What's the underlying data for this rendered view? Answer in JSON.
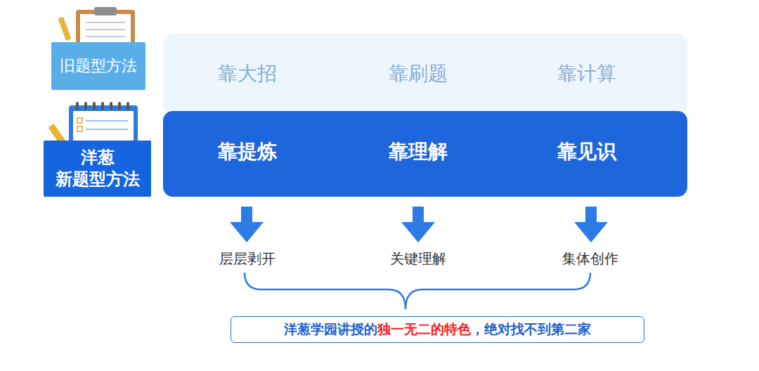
{
  "diagram": {
    "nodes": [
      {
        "text": [
          "旧题型方法"
        ]
      },
      {
        "text": [
          "靠大招",
          "靠刷题",
          "靠计算"
        ]
      },
      {
        "text": [
          "洋葱 新题型方法"
        ]
      },
      {
        "text": [
          "靠提炼",
          "靠理解",
          "靠见识"
        ]
      },
      {
        "text": [
          "洋葱学园讲授的",
          "独一无二的特色",
          "，绝对找不到第二家"
        ]
      }
    ],
    "labels": [
      "层层剥开",
      "关键理解",
      "集体创作"
    ]
  }
}
